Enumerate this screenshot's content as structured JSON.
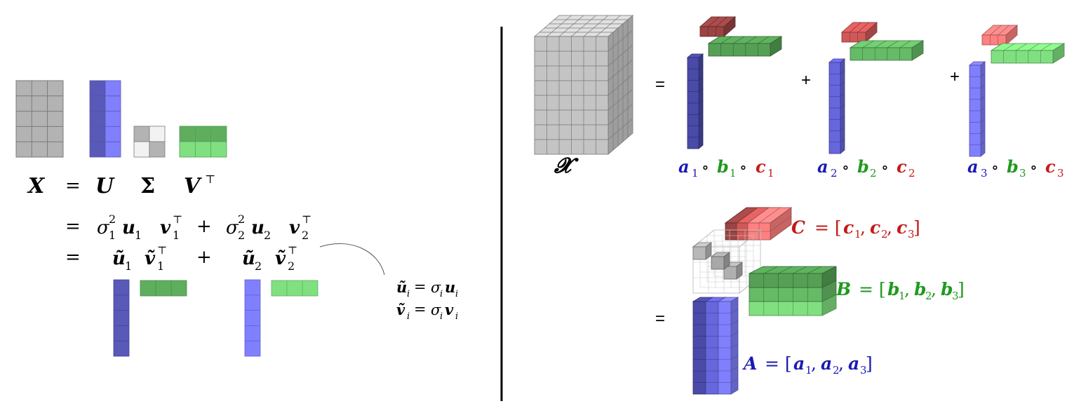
{
  "colors": {
    "gray": "#b3b3b3",
    "gray_edge": "#7a7a7a",
    "blue_dark": "#4a4aa8",
    "blue_mid": "#6666dd",
    "blue_light": "#8080ff",
    "green_dark": "#55a055",
    "green_mid": "#66bb66",
    "green_light": "#80e080",
    "red_dark": "#9a4444",
    "red_mid": "#d05858",
    "red_light": "#ff8080",
    "text_blue": "#1a1ab4",
    "text_green": "#1f9a1f",
    "text_red": "#c41a1a"
  },
  "svd": {
    "eq_lhs": "X",
    "eq_sign": "=",
    "factor_u": "U",
    "factor_sigma": "Σ",
    "factor_v": "V",
    "transpose": "⊤",
    "plus": "+",
    "sigma": "σ",
    "u": "u",
    "v": "v",
    "sup_2": "2",
    "sub_1": "1",
    "sub_2": "2",
    "tilde_u": "ũ",
    "tilde_v": "ṽ",
    "def_u_lhs": "ũ",
    "def_u_sub": "i",
    "def_u_eq": "=",
    "def_u_sigma": "σ",
    "def_u_rhs": "u",
    "def_v_lhs": "ṽ",
    "def_v_sub": "i",
    "def_v_rhs": "v"
  },
  "cp": {
    "tensor_label": "𝓧",
    "equals": "=",
    "plus": "+",
    "circ": "∘",
    "a": "a",
    "b": "b",
    "c": "c",
    "sub_1": "1",
    "sub_2": "2",
    "sub_3": "3",
    "label_C": "C",
    "label_B": "B",
    "label_A": "A",
    "eq_bracket_open": " = [",
    "comma": ", ",
    "bracket_close": "]"
  }
}
